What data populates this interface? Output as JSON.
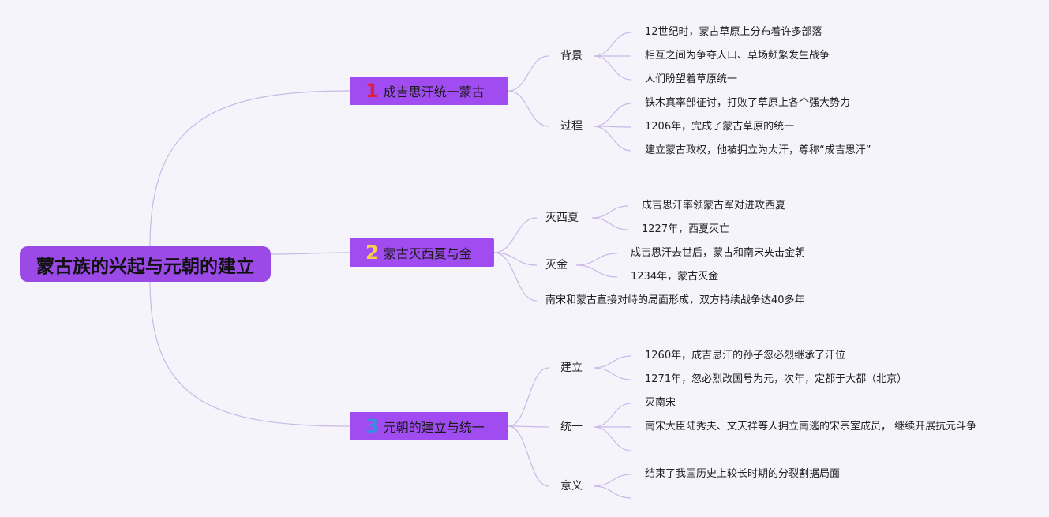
{
  "root": {
    "title": "蒙古族的兴起与元朝的建立"
  },
  "colors": {
    "node": "#a04cf0",
    "root": "#9b4ae8",
    "link": "#c9b8e6",
    "num1": "#e0203a",
    "num2": "#f5d04a",
    "num3": "#3a8de0"
  },
  "branches": [
    {
      "num": "1",
      "title": "成吉思汗统一蒙古",
      "children": [
        {
          "label": "背景",
          "items": [
            "12世纪时，蒙古草原上分布着许多部落",
            "相互之间为争夺人口、草场频繁发生战争",
            "人们盼望着草原统一"
          ]
        },
        {
          "label": "过程",
          "items": [
            "铁木真率部征讨，打败了草原上各个强大势力",
            "1206年，完成了蒙古草原的统一",
            "建立蒙古政权，他被拥立为大汗，尊称“成吉思汗”"
          ]
        }
      ]
    },
    {
      "num": "2",
      "title": "蒙古灭西夏与金",
      "children": [
        {
          "label": "灭西夏",
          "items": [
            "成吉思汗率领蒙古军对进攻西夏",
            "1227年，西夏灭亡"
          ]
        },
        {
          "label": "灭金",
          "items": [
            "成吉思汗去世后，蒙古和南宋夹击金朝",
            "1234年，蒙古灭金"
          ]
        },
        {
          "label": "南宋和蒙古直接对峙的局面形成，双方持续战争达40多年",
          "items": []
        }
      ]
    },
    {
      "num": "3",
      "title": "元朝的建立与统一",
      "children": [
        {
          "label": "建立",
          "items": [
            "1260年，成吉思汗的孙子忽必烈继承了汗位",
            "1271年，忽必烈改国号为元，次年，定都于大都（北京）"
          ]
        },
        {
          "label": "统一",
          "items": [
            "灭南宋",
            "南宋大臣陆秀夫、文天祥等人拥立南逃的宋宗室成员， 继续开展抗元斗争",
            ""
          ]
        },
        {
          "label": "意义",
          "items": [
            "结束了我国历史上较长时期的分裂割据局面",
            ""
          ]
        }
      ]
    }
  ]
}
